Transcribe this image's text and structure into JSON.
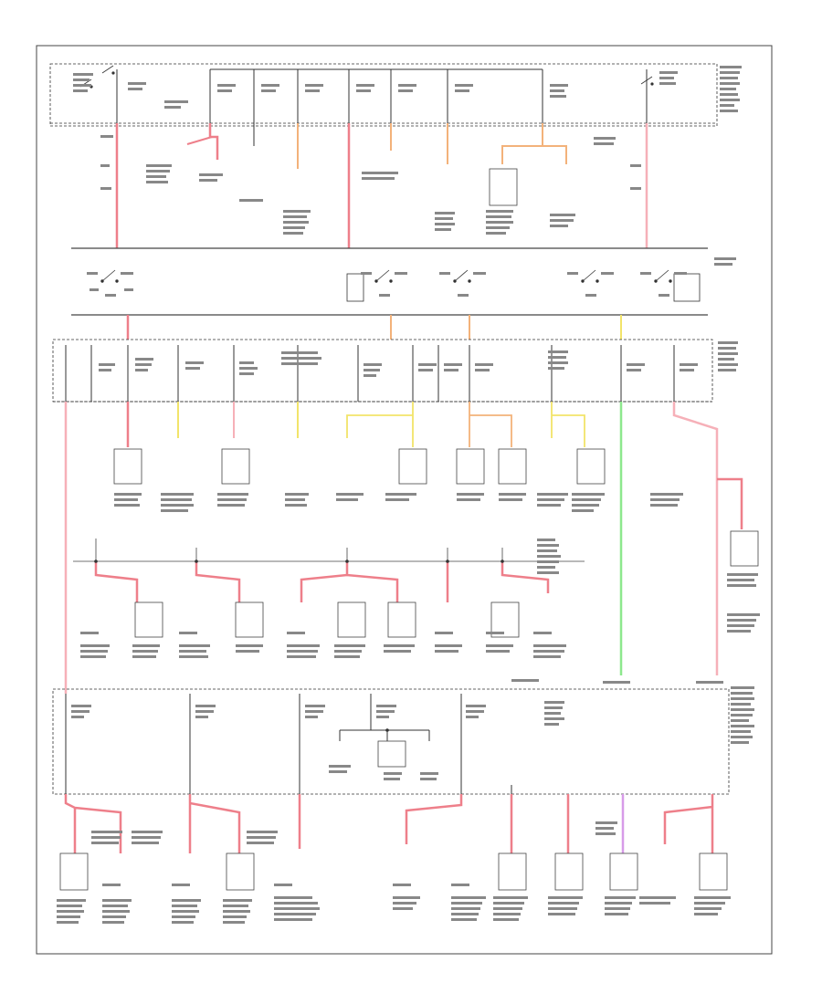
{
  "title": "",
  "footer_code": "",
  "colors": {
    "line": "#333333",
    "pink": "#ee7f8a",
    "pink_light": "#f6b0b8",
    "orange": "#f3b27a",
    "yellow": "#f2e46a",
    "green": "#8de88d",
    "violet": "#d79be8"
  },
  "sections": [
    {
      "name": "top-fuse-block-row"
    },
    {
      "name": "relay-bus-row"
    },
    {
      "name": "middle-fuse-row"
    },
    {
      "name": "branch-row"
    },
    {
      "name": "lower-fuse-row"
    },
    {
      "name": "bottom-component-row"
    }
  ],
  "icons": [
    "switch-icon",
    "relay-icon",
    "component-box-icon",
    "splice-dot-icon",
    "ground-icon"
  ]
}
